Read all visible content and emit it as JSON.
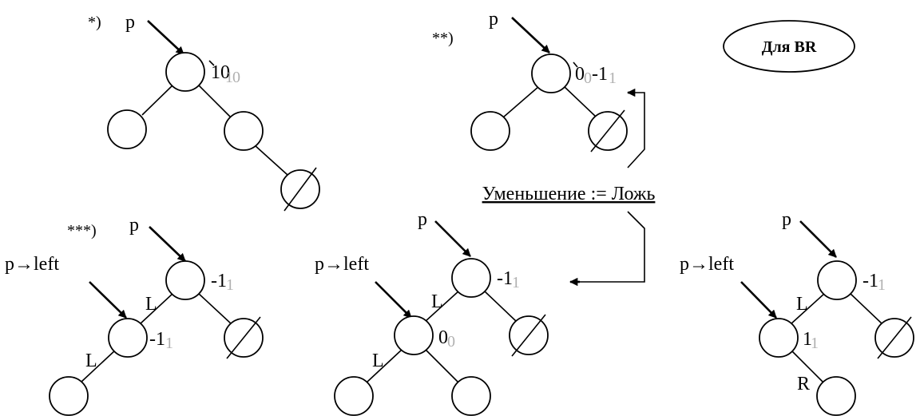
{
  "panels": {
    "p1": {
      "marker": "*)",
      "pointer": "p",
      "root_balance": "1",
      "root_balance_old": "0",
      "root_balance_ghost": "1",
      "root_balance_ghost2": "0"
    },
    "p2": {
      "marker": "**)",
      "pointer": "p",
      "root_balance_old": "0",
      "root_balance_old_ghost": "0",
      "root_balance": "-1",
      "root_balance_ghost": "1"
    },
    "p3": {
      "marker": "***)",
      "pointer": "p",
      "left_pointer": "p→left",
      "root_balance": "-1",
      "root_balance_ghost": "1",
      "left_balance": "-1",
      "left_balance_ghost": "1",
      "edge_label_root_left": "L",
      "edge_label_left_left": "L"
    },
    "p4": {
      "pointer": "p",
      "left_pointer": "p→left",
      "root_balance": "-1",
      "root_balance_ghost": "1",
      "left_balance": "0",
      "left_balance_ghost": "0",
      "edge_label_root_left": "L",
      "edge_label_left_left": "L"
    },
    "p5": {
      "pointer": "p",
      "left_pointer": "p→left",
      "root_balance": "-1",
      "root_balance_ghost": "1",
      "left_balance": "1",
      "left_balance_ghost": "1",
      "edge_label_root_left": "L",
      "edge_label_left_right": "R"
    }
  },
  "labels": {
    "condition": "Уменьшение := Ложь",
    "badge": "Для BR"
  }
}
